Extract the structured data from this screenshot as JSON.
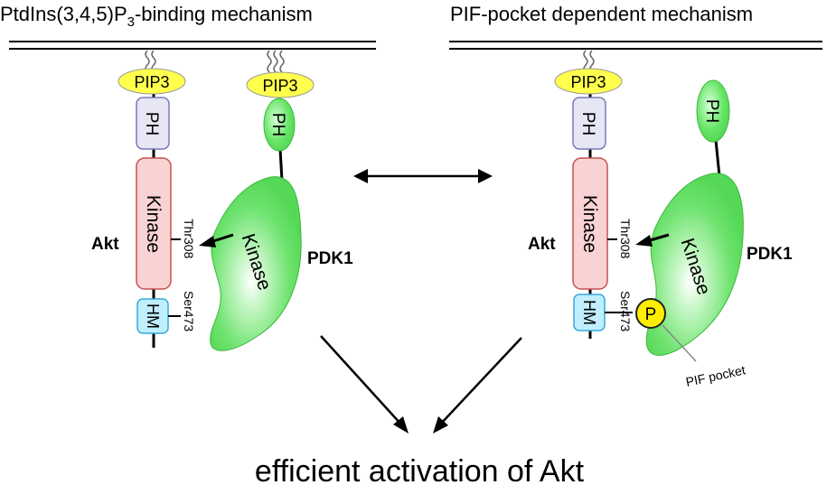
{
  "left_panel": {
    "title": "PtdIns(3,4,5)P",
    "title_sub": "3",
    "title_suffix": "-binding mechanism",
    "akt": {
      "label": "Akt",
      "pip3": "PIP3",
      "ph": "PH",
      "kinase": "Kinase",
      "hm": "HM",
      "thr": "Thr308",
      "ser": "Ser473"
    },
    "pdk1": {
      "label": "PDK1",
      "pip3": "PIP3",
      "ph": "PH",
      "kinase": "Kinase"
    }
  },
  "right_panel": {
    "title": "PIF-pocket dependent mechanism",
    "akt": {
      "label": "Akt",
      "pip3": "PIP3",
      "ph": "PH",
      "kinase": "Kinase",
      "hm": "HM",
      "thr": "Thr308",
      "ser": "Ser473"
    },
    "pdk1": {
      "label": "PDK1",
      "ph": "PH",
      "kinase": "Kinase"
    },
    "phospho": "P",
    "pif_pocket": "PIF pocket"
  },
  "bottom_label": "efficient activation of Akt",
  "colors": {
    "pip3": "#ffff4d",
    "ph_akt": "#e6e6f5",
    "kinase_akt": "#f9d3d3",
    "hm": "#bfeefc",
    "pdk1_green": "#66e566",
    "phospho": "#ffee00"
  }
}
